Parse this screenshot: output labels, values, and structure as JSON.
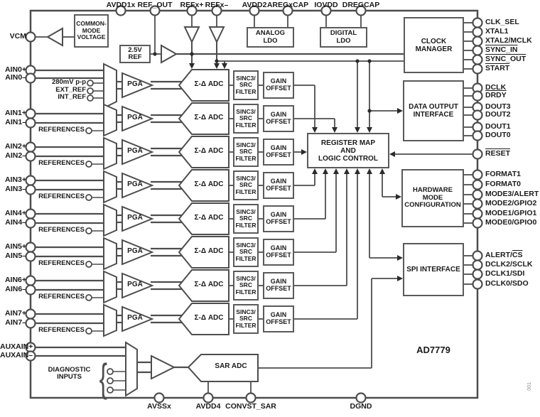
{
  "part_number": "AD7779",
  "figure_note": "001",
  "colors": {
    "line": "#4d4d4d",
    "box_border": "#5a5a5a",
    "text": "#1a1a1a",
    "background": "#ffffff"
  },
  "pins": {
    "top": [
      {
        "label": "AVDD1x"
      },
      {
        "label": "REF_OUT"
      },
      {
        "label": "REFx+"
      },
      {
        "label": "REFx–"
      },
      {
        "label": "AVDD2"
      },
      {
        "label": "AREGxCAP"
      },
      {
        "label": "IOVDD"
      },
      {
        "label": "DREGCAP"
      }
    ],
    "left": [
      {
        "label": "VCM"
      },
      {
        "label": "AIN0+"
      },
      {
        "label": "AIN0–"
      },
      {
        "label": "AIN1+"
      },
      {
        "label": "AIN1–"
      },
      {
        "label": "AIN2+"
      },
      {
        "label": "AIN2–"
      },
      {
        "label": "AIN3+"
      },
      {
        "label": "AIN3–"
      },
      {
        "label": "AIN4+"
      },
      {
        "label": "AIN4–"
      },
      {
        "label": "AIN5+"
      },
      {
        "label": "AIN5–"
      },
      {
        "label": "AIN6+"
      },
      {
        "label": "AIN6–"
      },
      {
        "label": "AIN7+"
      },
      {
        "label": "AIN7–"
      },
      {
        "label": "AUXAIN+"
      },
      {
        "label": "AUXAIN–"
      }
    ],
    "right": [
      {
        "label": "CLK_SEL"
      },
      {
        "label": "XTAL1"
      },
      {
        "label": "XTAL2/MCLK"
      },
      {
        "ov": "SYNC_IN"
      },
      {
        "ov": "SYNC_OUT"
      },
      {
        "ov": "START"
      },
      {
        "label": "DCLK"
      },
      {
        "ov": "DRDY"
      },
      {
        "label": "DOUT3"
      },
      {
        "label": "DOUT2"
      },
      {
        "label": "DOUT1"
      },
      {
        "label": "DOUT0"
      },
      {
        "ov": "RESET"
      },
      {
        "label": "FORMAT1"
      },
      {
        "label": "FORMAT0"
      },
      {
        "label": "MODE3/ALERT"
      },
      {
        "label": "MODE2/GPIO2"
      },
      {
        "label": "MODE1/GPIO1"
      },
      {
        "label": "MODE0/GPIO0"
      },
      {
        "label": "ALERT/",
        "ov": "CS"
      },
      {
        "label": "DCLK2/SCLK"
      },
      {
        "label": "DCLK1/SDI"
      },
      {
        "label": "DCLK0/SDO"
      }
    ],
    "bottom": [
      {
        "label": "AVSSx"
      },
      {
        "label": "AVDD4"
      },
      {
        "label": "CONVST_SAR"
      },
      {
        "label": "DGND"
      }
    ]
  },
  "blocks": {
    "common_mode": "COMMON-\nMODE\nVOLTAGE",
    "vref": "2.5V REF",
    "analog_ldo": "ANALOG\nLDO",
    "digital_ldo": "DIGITAL\nLDO",
    "clock_manager": "CLOCK\nMANAGER",
    "data_output": "DATA OUTPUT\nINTERFACE",
    "register_map": "REGISTER MAP\nAND\nLOGIC CONTROL",
    "hardware_mode": "HARDWARE\nMODE\nCONFIGURATION",
    "spi": "SPI INTERFACE"
  },
  "labels": {
    "pga": "PGA",
    "sigma_delta_adc": "Σ-Δ ADC",
    "sar_adc": "SAR ADC",
    "sinc_filter": "SINC3/\nSRC\nFILTER",
    "gain_offset": "GAIN\nOFFSET",
    "diagnostic_inputs": "DIAGNOSTIC\nINPUTS",
    "references": "REFERENCES"
  },
  "ch0_refs": [
    "280mV p-p",
    "EXT_REF",
    "INT_REF"
  ]
}
